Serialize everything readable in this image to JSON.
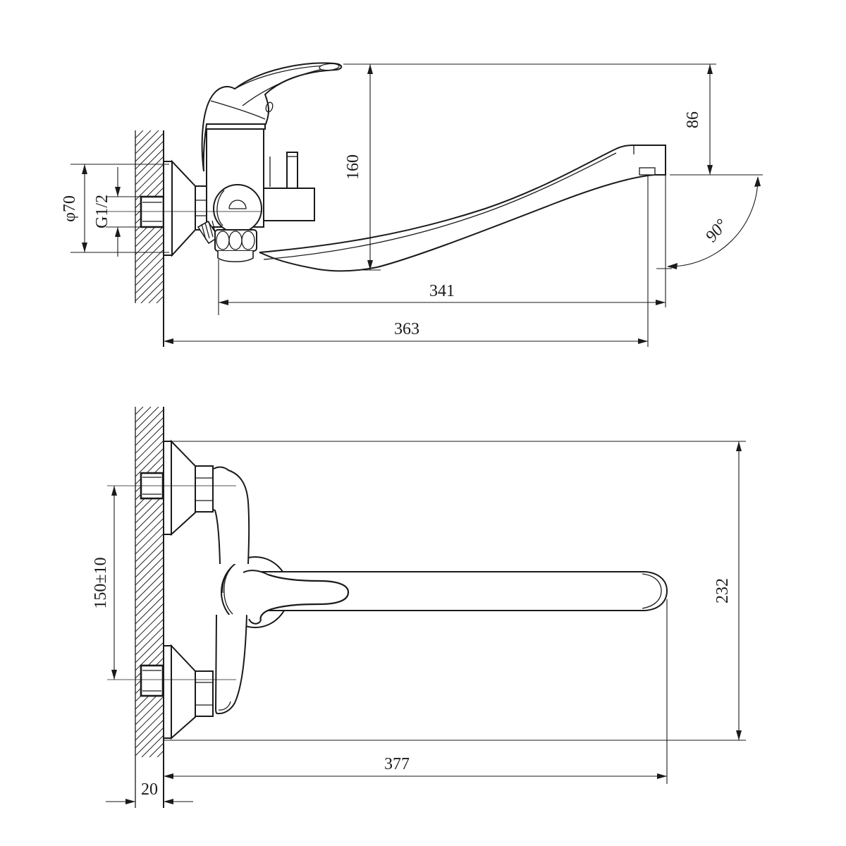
{
  "colors": {
    "line": "#1a1a1a",
    "background": "#ffffff"
  },
  "dims": {
    "side": {
      "diameter": "φ70",
      "thread": "G1/2",
      "height": "160",
      "drop": "86",
      "angle": "90°",
      "reach": "341",
      "overall_reach": "363"
    },
    "front": {
      "spacing": "150±10",
      "height": "232",
      "length": "377",
      "wall": "20"
    }
  }
}
